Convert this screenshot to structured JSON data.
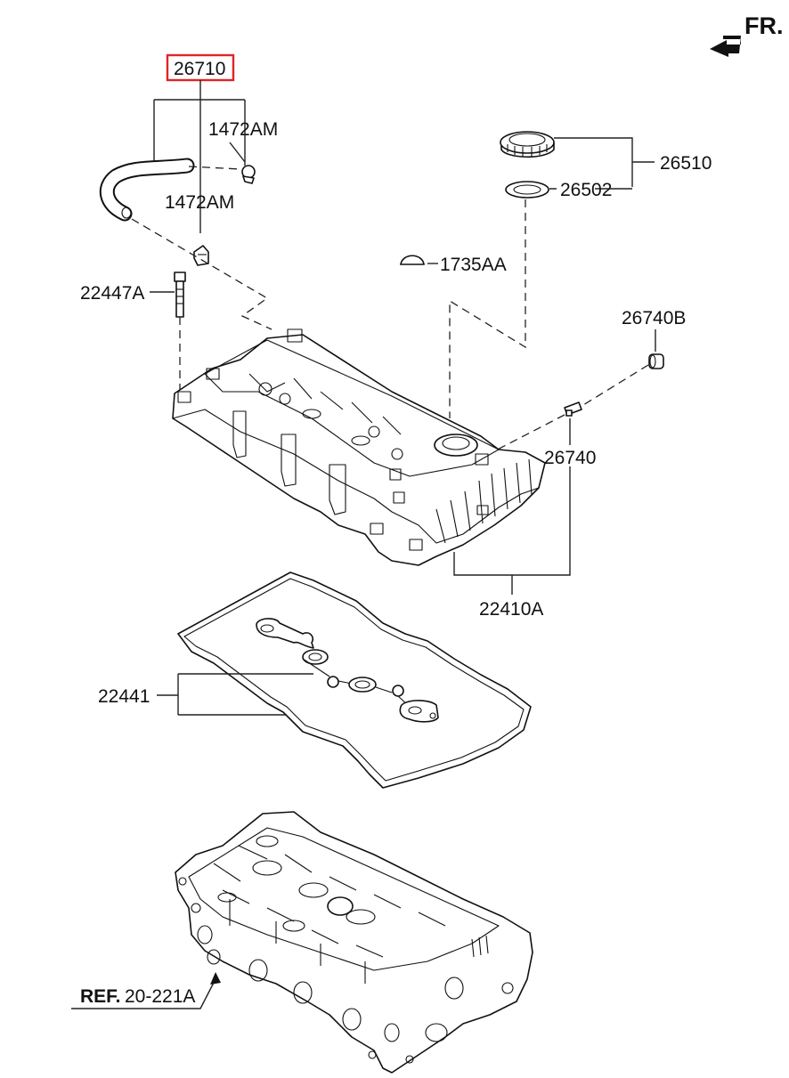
{
  "direction_label": "FR.",
  "parts": {
    "breather_hose": "26710",
    "clamp_upper": "1472AM",
    "clamp_lower": "1472AM",
    "filler_cap": "26510",
    "cap_gasket": "26502",
    "plug": "1735AA",
    "bolt": "22447A",
    "grommet": "26740B",
    "pcv_valve": "26740",
    "cover_assy": "22410A",
    "cover_gasket": "22441"
  },
  "reference": {
    "prefix": "REF.",
    "code": "20-221A"
  },
  "highlight_color": "#e02424"
}
